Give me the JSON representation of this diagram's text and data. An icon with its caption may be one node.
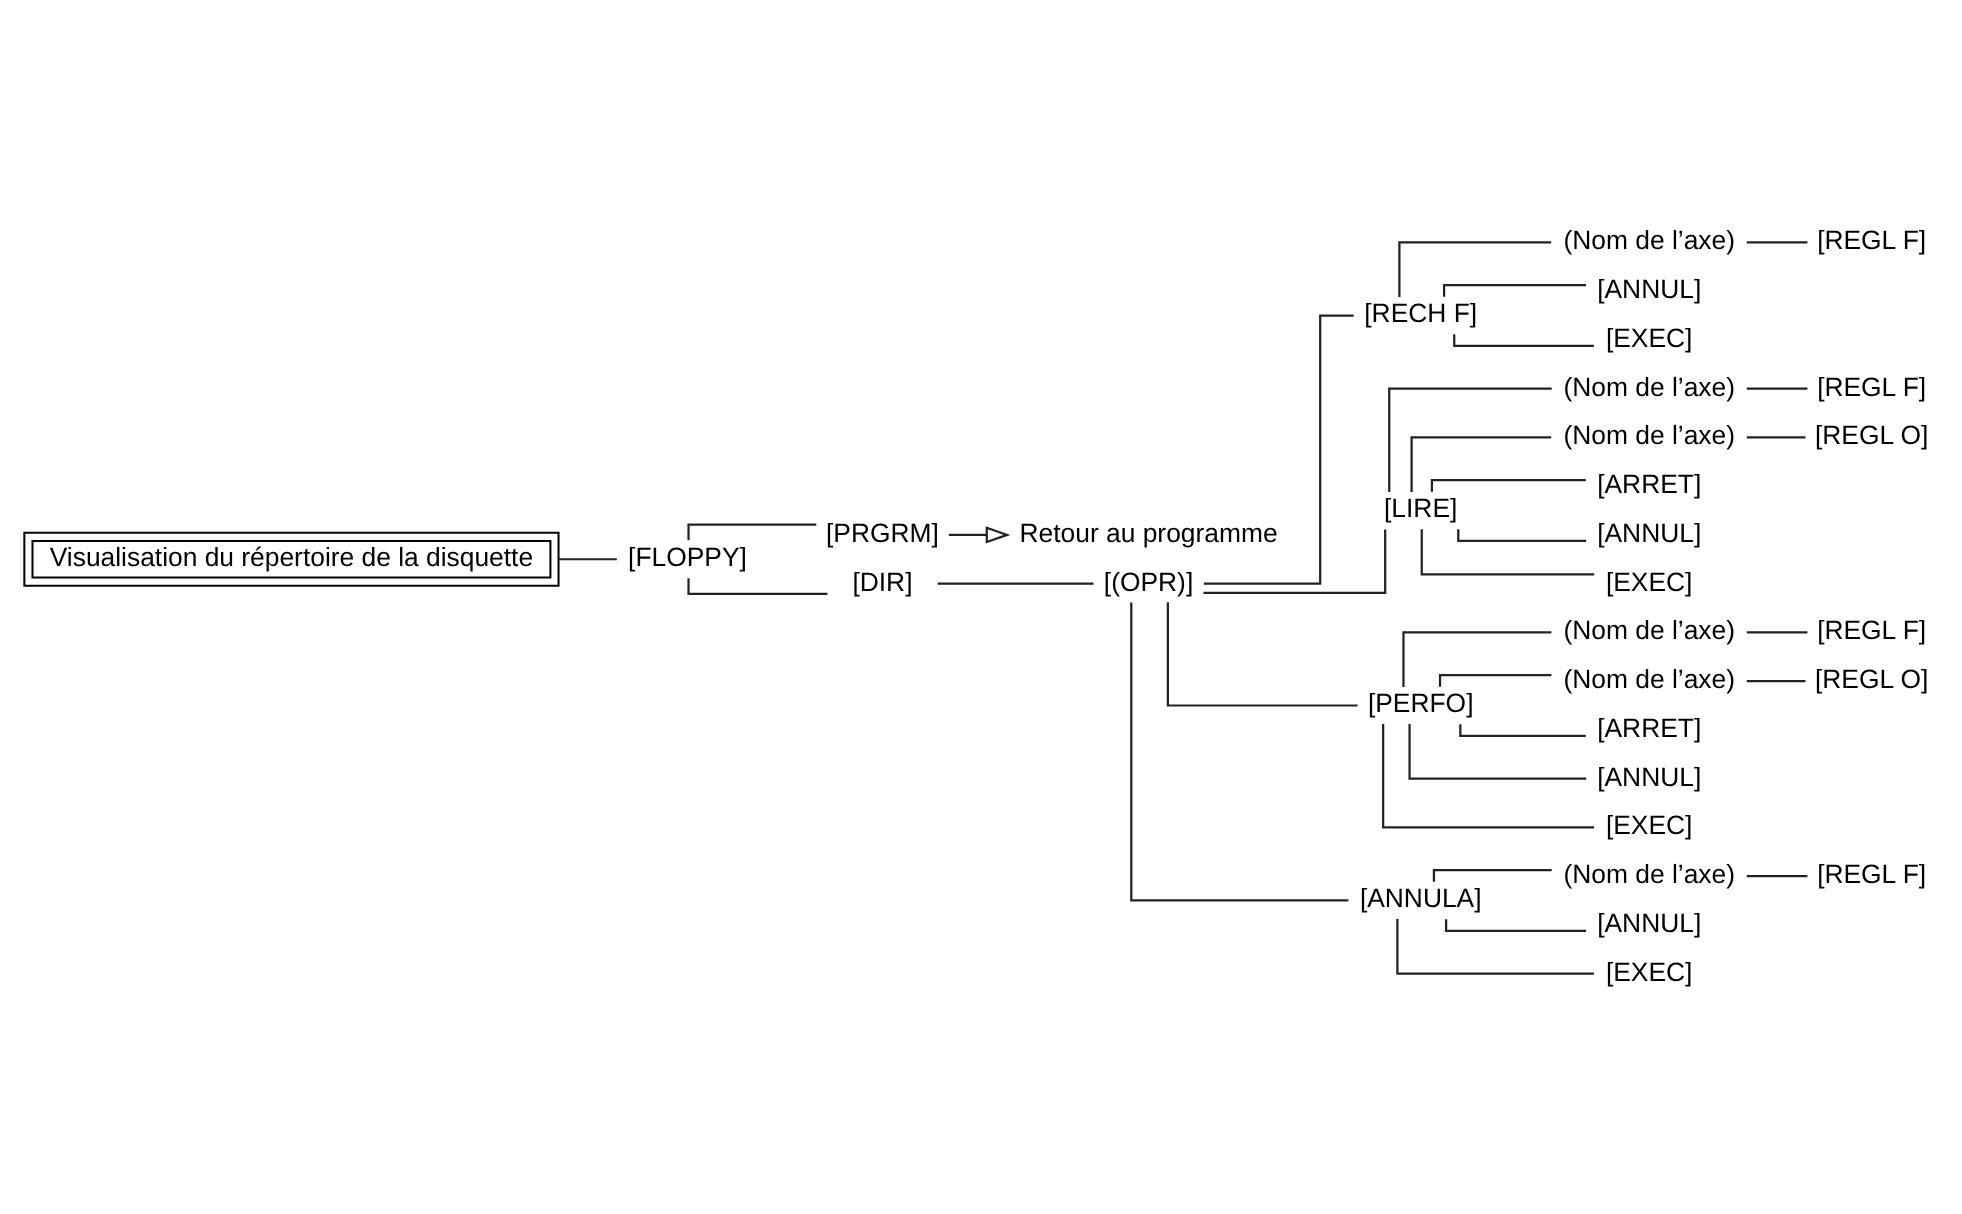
{
  "diagram": {
    "nodes": [
      {
        "text": [
          "Visualisation du répertoire de la disquette"
        ]
      },
      {
        "text": [
          "[FLOPPY]"
        ]
      },
      {
        "text": [
          "[PRGRM]"
        ]
      },
      {
        "text": [
          "Retour au programme"
        ]
      },
      {
        "text": [
          "[DIR]"
        ]
      },
      {
        "text": [
          "[(OPR)]"
        ]
      },
      {
        "text": [
          "[RECH F]"
        ]
      },
      {
        "text": [
          "(Nom de l’axe)"
        ]
      },
      {
        "text": [
          "[REGL F]"
        ]
      },
      {
        "text": [
          "[ANNUL]"
        ]
      },
      {
        "text": [
          "[EXEC]"
        ]
      },
      {
        "text": [
          "[LIRE]"
        ]
      },
      {
        "text": [
          "(Nom de l’axe)"
        ]
      },
      {
        "text": [
          "[REGL F]"
        ]
      },
      {
        "text": [
          "(Nom de l’axe)"
        ]
      },
      {
        "text": [
          "[REGL O]"
        ]
      },
      {
        "text": [
          "[ARRET]"
        ]
      },
      {
        "text": [
          "[ANNUL]"
        ]
      },
      {
        "text": [
          "[EXEC]"
        ]
      },
      {
        "text": [
          "[PERFO]"
        ]
      },
      {
        "text": [
          "(Nom de l’axe)"
        ]
      },
      {
        "text": [
          "[REGL F]"
        ]
      },
      {
        "text": [
          "(Nom de l’axe)"
        ]
      },
      {
        "text": [
          "[REGL O]"
        ]
      },
      {
        "text": [
          "[ARRET]"
        ]
      },
      {
        "text": [
          "[ANNUL]"
        ]
      },
      {
        "text": [
          "[EXEC]"
        ]
      },
      {
        "text": [
          "[ANNULA]"
        ]
      },
      {
        "text": [
          "(Nom de l’axe)"
        ]
      },
      {
        "text": [
          "[REGL F]"
        ]
      },
      {
        "text": [
          "[ANNUL]"
        ]
      },
      {
        "text": [
          "[EXEC]"
        ]
      }
    ],
    "edges": [
      {
        "from": 0,
        "to": 1,
        "arrow": "none"
      },
      {
        "from": 1,
        "to": 2,
        "arrow": "none"
      },
      {
        "from": 2,
        "to": 3,
        "arrow": "to"
      },
      {
        "from": 1,
        "to": 4,
        "arrow": "none"
      },
      {
        "from": 4,
        "to": 5,
        "arrow": "none"
      },
      {
        "from": 5,
        "to": 6,
        "arrow": "none"
      },
      {
        "from": 6,
        "to": 7,
        "arrow": "none"
      },
      {
        "from": 7,
        "to": 8,
        "arrow": "none"
      },
      {
        "from": 6,
        "to": 9,
        "arrow": "none"
      },
      {
        "from": 6,
        "to": 10,
        "arrow": "none"
      },
      {
        "from": 5,
        "to": 11,
        "arrow": "none"
      },
      {
        "from": 11,
        "to": 12,
        "arrow": "none"
      },
      {
        "from": 12,
        "to": 13,
        "arrow": "none"
      },
      {
        "from": 11,
        "to": 14,
        "arrow": "none"
      },
      {
        "from": 14,
        "to": 15,
        "arrow": "none"
      },
      {
        "from": 11,
        "to": 16,
        "arrow": "none"
      },
      {
        "from": 11,
        "to": 17,
        "arrow": "none"
      },
      {
        "from": 11,
        "to": 18,
        "arrow": "none"
      },
      {
        "from": 5,
        "to": 19,
        "arrow": "none"
      },
      {
        "from": 19,
        "to": 20,
        "arrow": "none"
      },
      {
        "from": 20,
        "to": 21,
        "arrow": "none"
      },
      {
        "from": 19,
        "to": 22,
        "arrow": "none"
      },
      {
        "from": 22,
        "to": 23,
        "arrow": "none"
      },
      {
        "from": 19,
        "to": 24,
        "arrow": "none"
      },
      {
        "from": 19,
        "to": 25,
        "arrow": "none"
      },
      {
        "from": 19,
        "to": 26,
        "arrow": "none"
      },
      {
        "from": 5,
        "to": 27,
        "arrow": "none"
      },
      {
        "from": 27,
        "to": 28,
        "arrow": "none"
      },
      {
        "from": 28,
        "to": 29,
        "arrow": "none"
      },
      {
        "from": 27,
        "to": 30,
        "arrow": "none"
      },
      {
        "from": 27,
        "to": 31,
        "arrow": "none"
      }
    ]
  }
}
